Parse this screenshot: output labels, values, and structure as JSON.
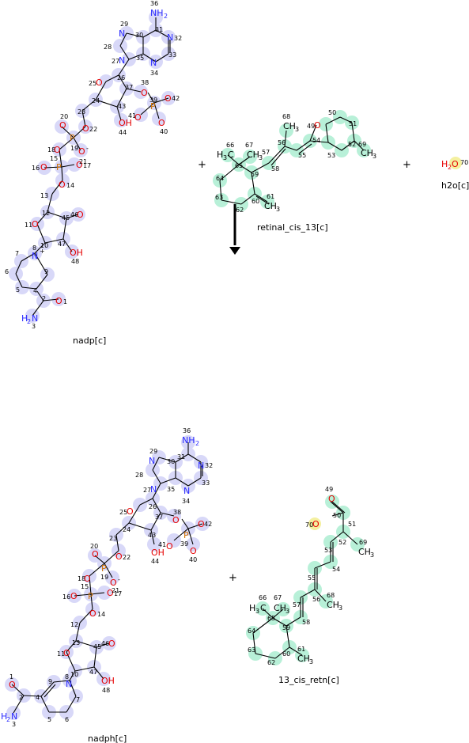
{
  "reaction": {
    "plus_sign": "+",
    "molecules": [
      {
        "key": "nadp",
        "name": "nadp[c]"
      },
      {
        "key": "retinal",
        "name": "retinal_cis_13[c]"
      },
      {
        "key": "h2o",
        "name": "h2o[c]"
      },
      {
        "key": "nadph",
        "name": "nadph[c]"
      },
      {
        "key": "retn",
        "name": "13_cis_retn[c]"
      }
    ]
  },
  "colors": {
    "nitrogen": "#2a2aff",
    "oxygen": "#e60000",
    "phosphorus": "#d07000",
    "highlight_lavender": "#d8d8f8",
    "highlight_green": "#b8f0d8",
    "highlight_yellow": "#f4f0a0",
    "arrow": "#000000"
  }
}
